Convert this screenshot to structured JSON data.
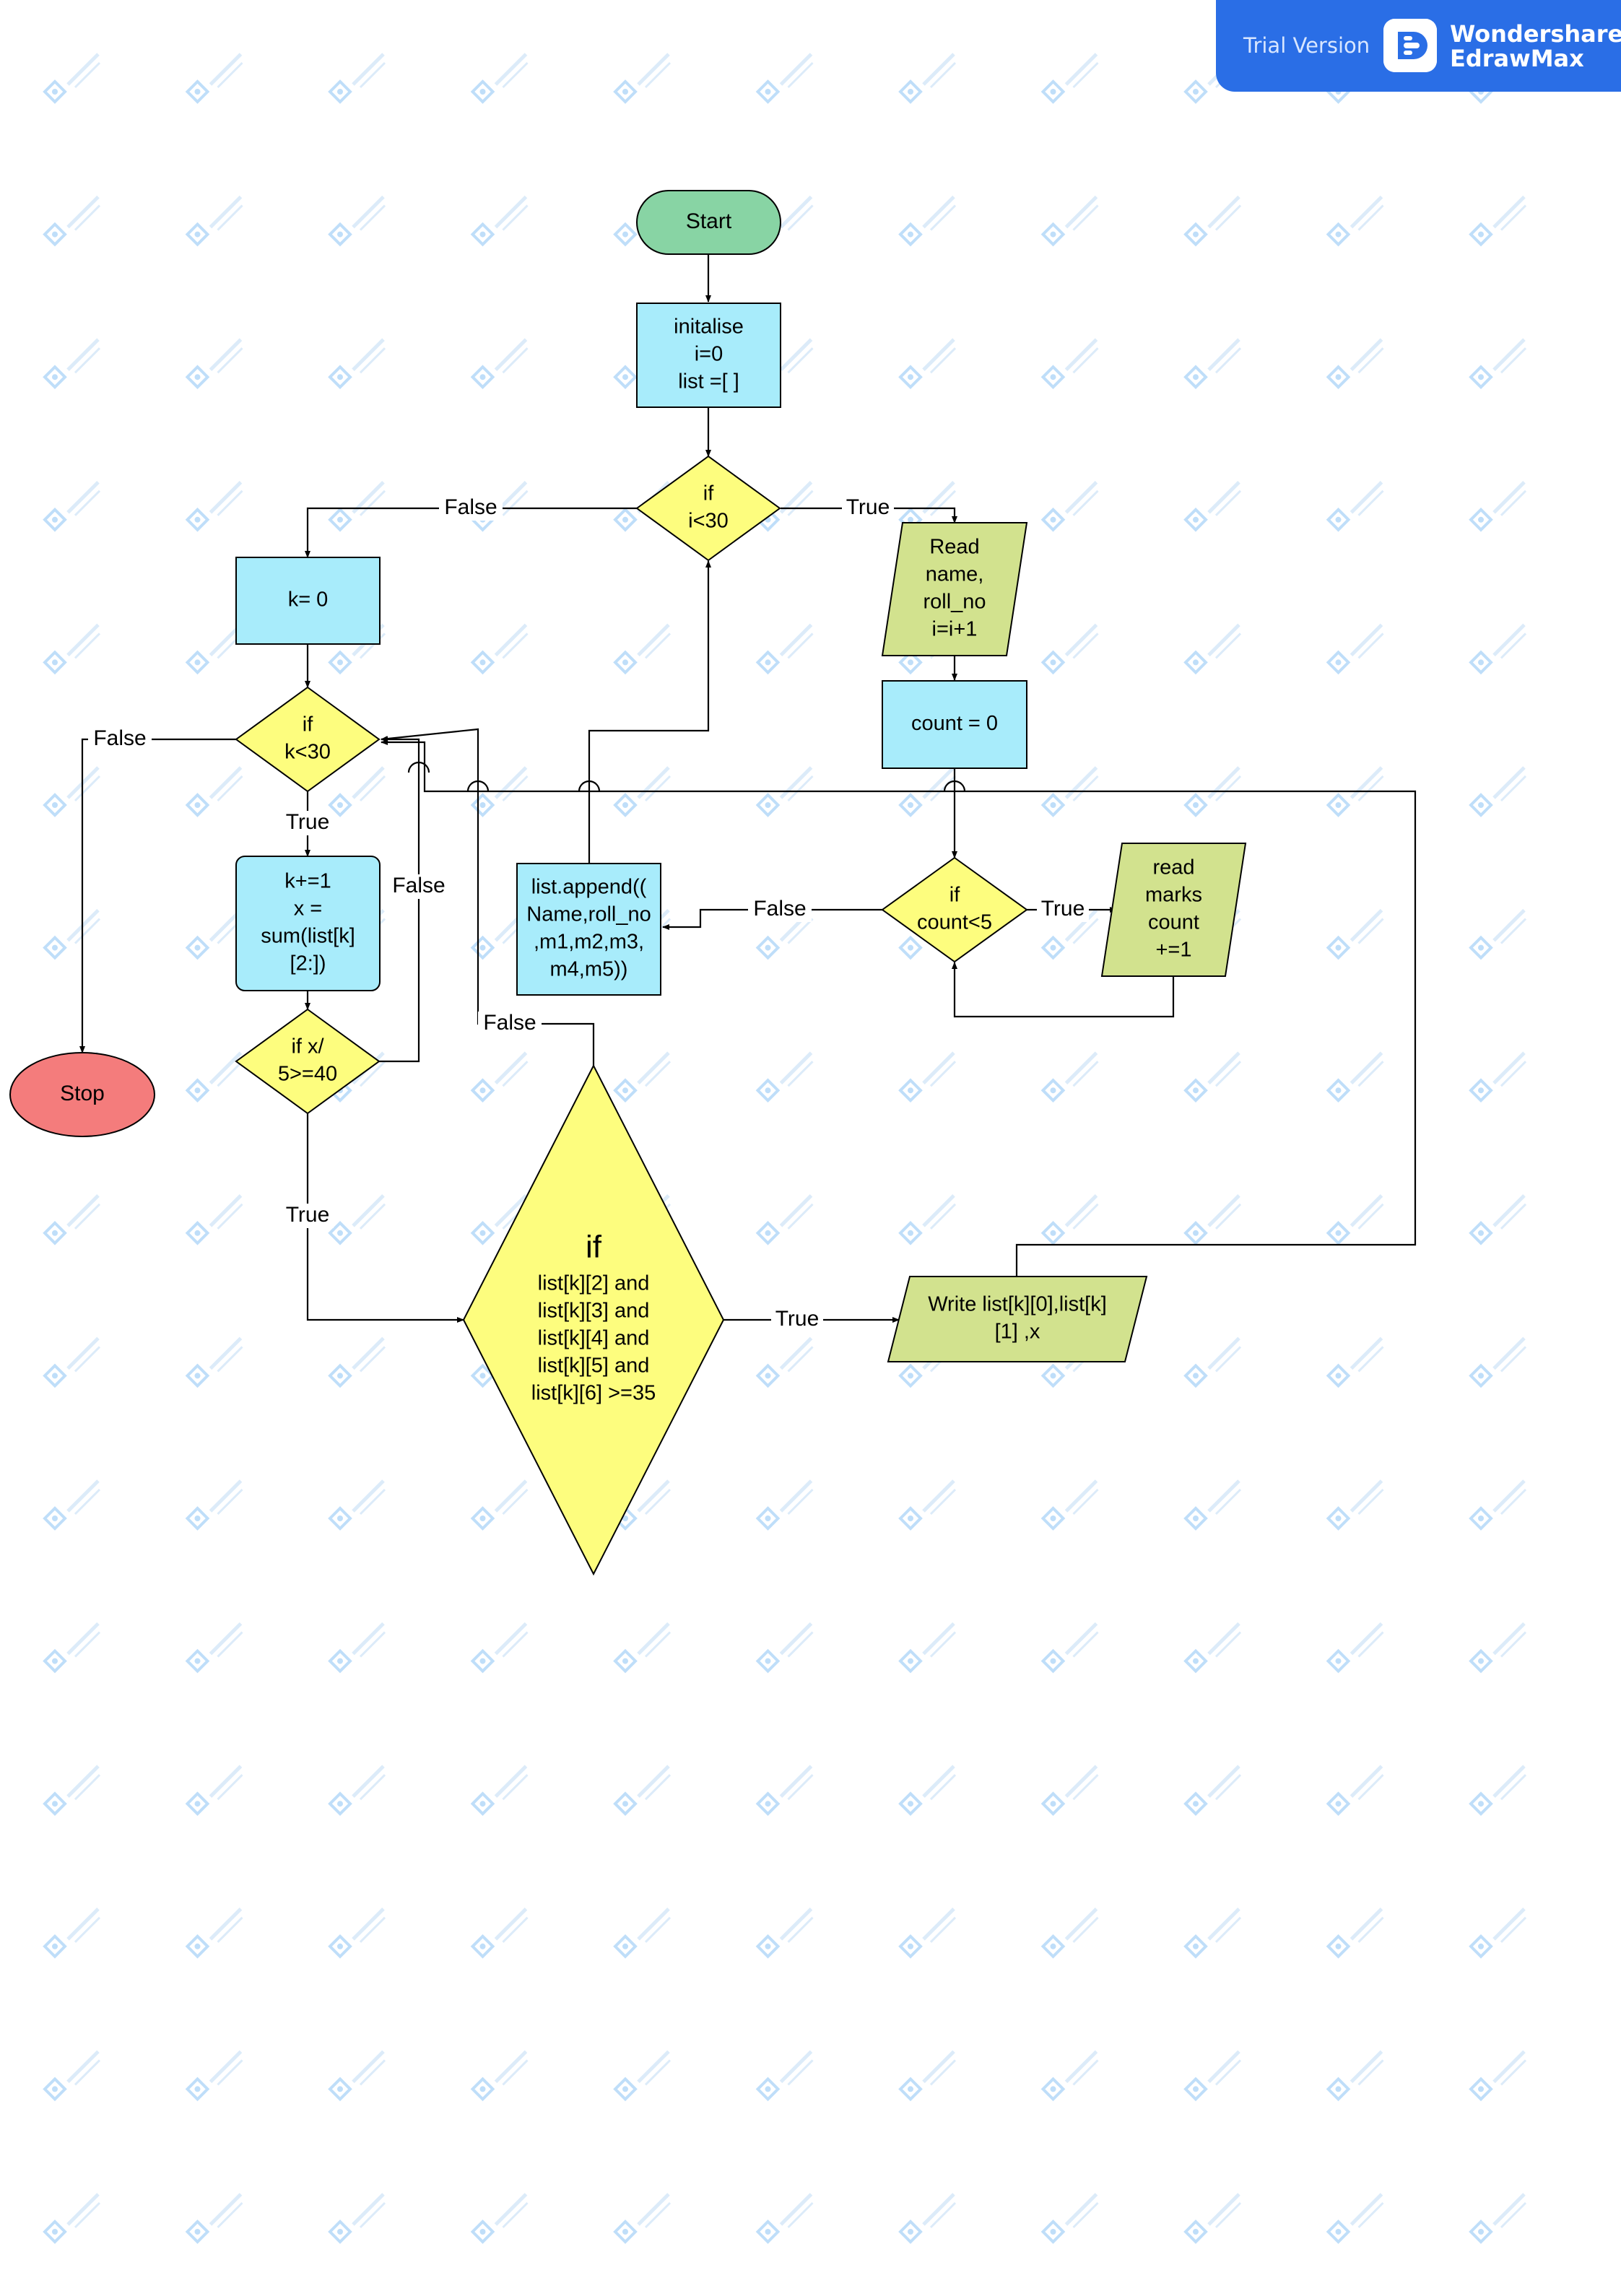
{
  "banner": {
    "trial_label": "Trial Version",
    "brand_line1": "Wondershare",
    "brand_line2": "EdrawMax",
    "logo_icon": "edrawmax-logo-icon",
    "background_color": "#2a6ee6"
  },
  "colors": {
    "terminator_start": "#88d4a4",
    "terminator_stop": "#f47c7c",
    "process": "#a8ecfb",
    "decision": "#fdfd7e",
    "io": "#d2e28e",
    "line": "#000000"
  },
  "nodes": {
    "start": {
      "lines": [
        "Start"
      ]
    },
    "init": {
      "lines": [
        "initalise",
        "i=0",
        "list =[ ]"
      ]
    },
    "if_i": {
      "lines": [
        "if",
        "i<30"
      ]
    },
    "read_name": {
      "lines": [
        "Read",
        "name,",
        "roll_no",
        "i=i+1"
      ]
    },
    "count0": {
      "lines": [
        "count = 0"
      ]
    },
    "if_count": {
      "lines": [
        "if",
        "count<5"
      ]
    },
    "read_marks": {
      "lines": [
        "read",
        "marks",
        "count",
        "+=1"
      ]
    },
    "append": {
      "lines": [
        "list.append((",
        "Name,roll_no",
        ",m1,m2,m3,",
        "m4,m5))"
      ]
    },
    "k0": {
      "lines": [
        "k= 0"
      ]
    },
    "if_k": {
      "lines": [
        "if",
        "k<30"
      ]
    },
    "kinc": {
      "lines": [
        "k+=1",
        "x =",
        "sum(list[k]",
        "[2:])"
      ]
    },
    "if_x": {
      "lines": [
        "if x/",
        "5>=40"
      ]
    },
    "stop": {
      "lines": [
        "Stop"
      ]
    },
    "big_if": {
      "title": "if",
      "lines": [
        "list[k][2] and",
        "list[k][3] and",
        "list[k][4] and",
        "list[k][5] and",
        "list[k][6] >=35"
      ]
    },
    "write": {
      "lines": [
        "Write list[k][0],list[k]",
        "[1] ,x"
      ]
    }
  },
  "edge_labels": {
    "if_i_false": "False",
    "if_i_true": "True",
    "if_k_false": "False",
    "if_k_true": "True",
    "if_x_false": "False",
    "if_x_true": "True",
    "if_count_false": "False",
    "if_count_true": "True",
    "big_if_false": "False",
    "big_if_true": "True"
  }
}
